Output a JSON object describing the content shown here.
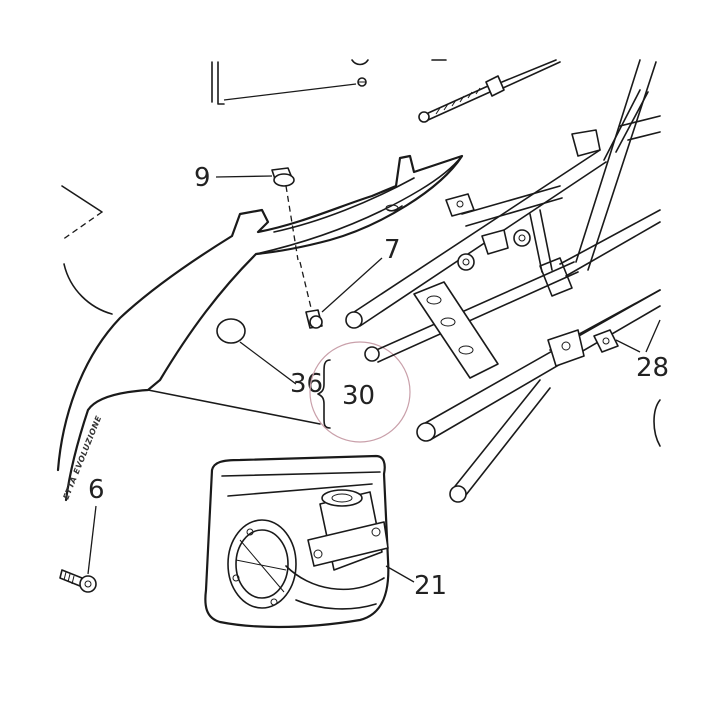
{
  "callouts": {
    "c9": "9",
    "c7": "7",
    "c36": "36",
    "c30": "30",
    "c28": "28",
    "c6": "6",
    "c21": "21"
  },
  "decal_text": "ETTA EVOLUZIONE",
  "colors": {
    "line": "#1a1a1a",
    "highlight_circle": "#c9a0aa"
  }
}
